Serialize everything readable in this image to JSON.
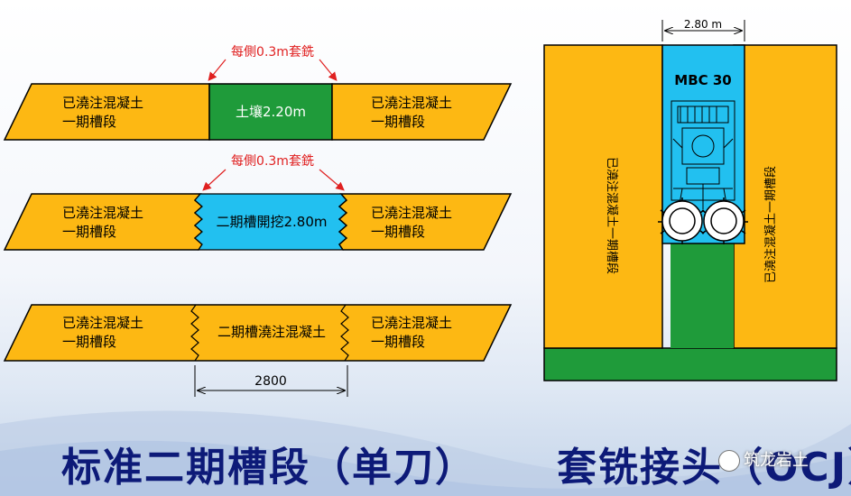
{
  "labels": {
    "cut_note": "每側0.3m套銑",
    "primary_panel": [
      "已澆注混凝土",
      "一期槽段"
    ],
    "soil": "土壤2.20m",
    "secondary_excavation": "二期槽開挖2.80m",
    "secondary_concrete": "二期槽澆注混凝土",
    "dimension_bottom": "2800",
    "dimension_top": "2.80 m",
    "machine": "MBC 30",
    "side_panel_vertical": "已澆注混凝土一期槽段"
  },
  "titles": {
    "left": "标准二期槽段（单刀）",
    "right": "套铣接头（OCJ）"
  },
  "watermark": "筑龙岩土",
  "colors": {
    "concrete": "#fdb813",
    "soil": "#1f9b3a",
    "excavation": "#22c0f0",
    "arrow": "#e02020",
    "title": "#0d1a78"
  }
}
